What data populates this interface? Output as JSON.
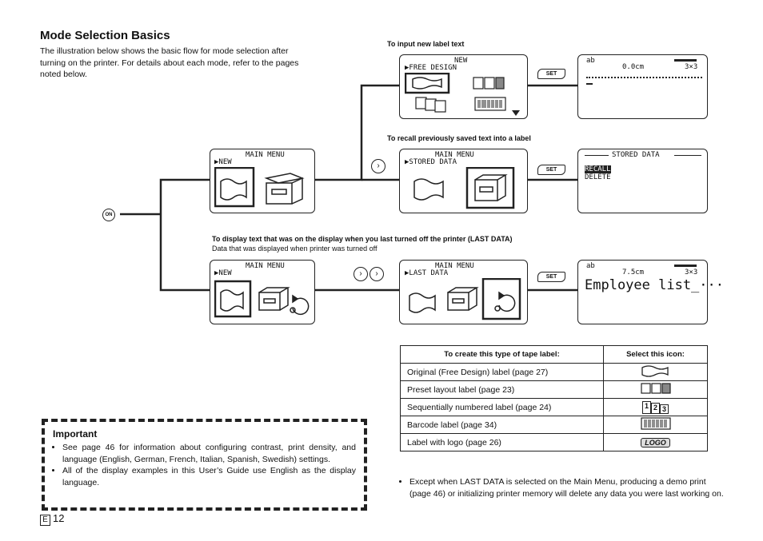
{
  "title": "Mode Selection Basics",
  "intro": "The illustration below shows the basic flow for mode selection after turning on the printer. For details about each mode, refer to the pages noted below.",
  "on_key": "ON",
  "set_key": "SET",
  "flows": {
    "new": {
      "caption": "To input new label text",
      "menu_title": "NEW",
      "menu_item": "▶FREE DESIGN",
      "result_mode": "ab",
      "result_length": "0.0cm",
      "result_size": "3×3"
    },
    "recall": {
      "caption": "To recall previously saved text into a label",
      "menu_title": "MAIN MENU",
      "menu_item": "▶STORED DATA",
      "result_title": "STORED DATA",
      "result_items": [
        "RECALL",
        "DELETE"
      ]
    },
    "last": {
      "caption": "To display text that was on the display when you last turned off the printer (LAST DATA)",
      "subcaption": "Data that was displayed when printer was turned off",
      "menu_title": "MAIN MENU",
      "menu_item": "▶LAST DATA",
      "result_mode": "ab",
      "result_length": "7.5cm",
      "result_size": "3×3",
      "result_text": "Employee list_···"
    }
  },
  "start_menu": {
    "title": "MAIN MENU",
    "item": "▶NEW"
  },
  "icon_table": {
    "headers": [
      "To create this type of tape label:",
      "Select this icon:"
    ],
    "rows": [
      {
        "label": "Original (Free Design) label (page 27)",
        "icon": "free-design-icon"
      },
      {
        "label": "Preset layout label (page 23)",
        "icon": "preset-layout-icon"
      },
      {
        "label": "Sequentially numbered label (page 24)",
        "icon": "numbering-icon"
      },
      {
        "label": "Barcode label (page 34)",
        "icon": "barcode-icon"
      },
      {
        "label": "Label with logo (page 26)",
        "icon": "logo-icon"
      }
    ],
    "logo_text": "LOGO",
    "numbers": [
      "1",
      "2",
      "3"
    ]
  },
  "important": {
    "heading": "Important",
    "items": [
      "See page 46 for information about configuring contrast, print density, and language (English, German, French, Italian, Spanish, Swedish) settings.",
      "All of the display examples in this User’s Guide use English as the display language."
    ]
  },
  "note": "Except when LAST DATA is selected on the Main Menu, producing a demo print (page 46) or initializing printer memory will delete any data you were last working on.",
  "page_letter": "E",
  "page_number": "12"
}
